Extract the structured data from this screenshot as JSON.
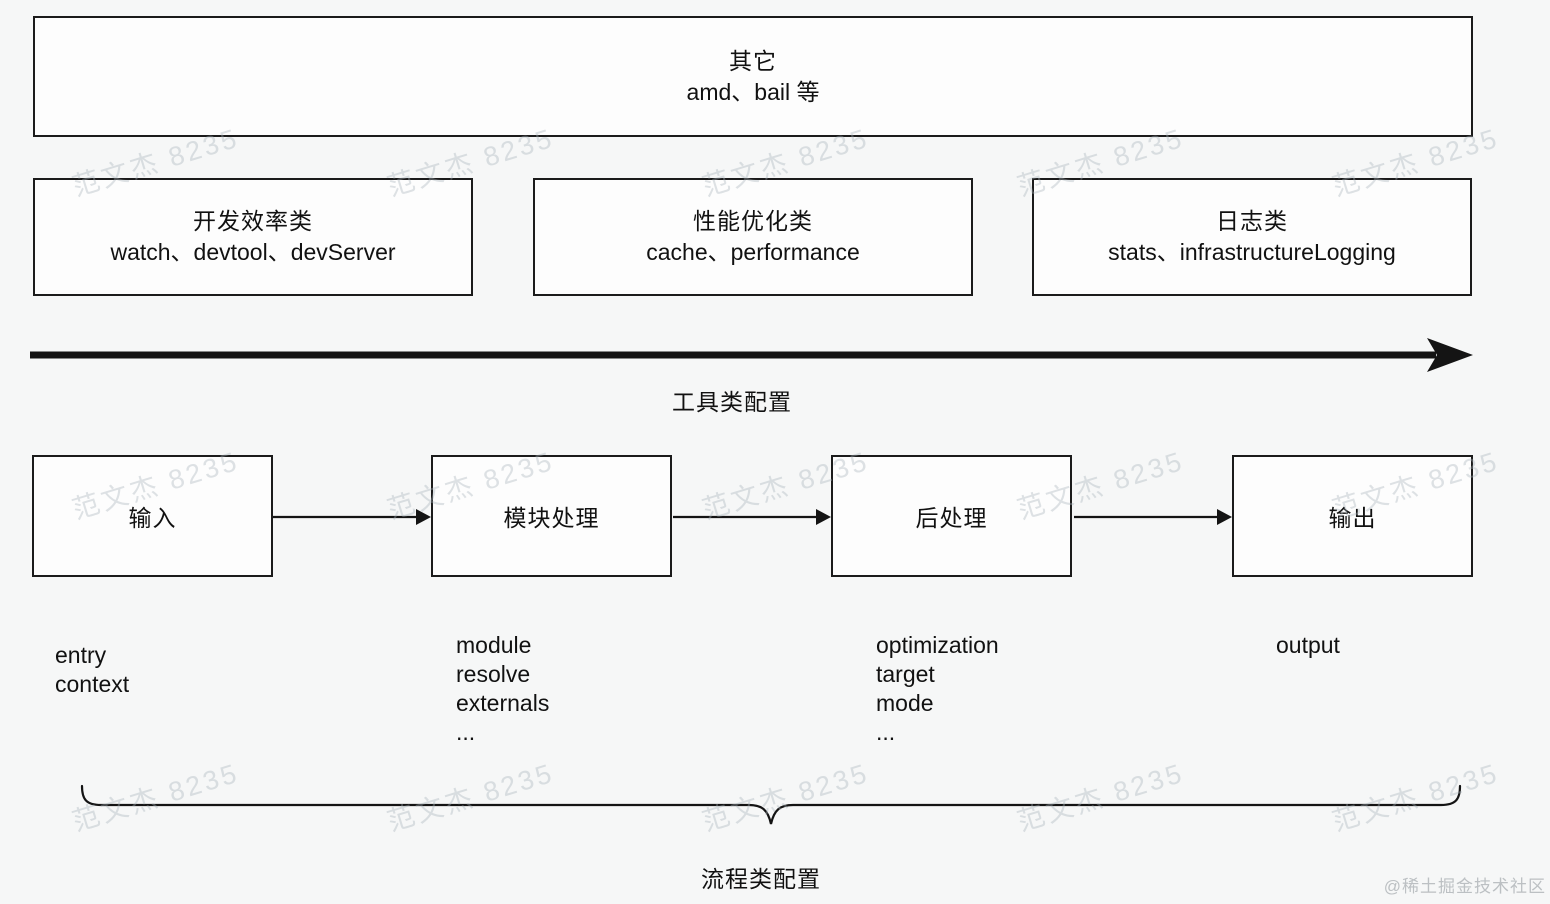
{
  "other_box": {
    "title": "其它",
    "subtitle": "amd、bail 等"
  },
  "category_boxes": [
    {
      "title": "开发效率类",
      "subtitle": "watch、devtool、devServer"
    },
    {
      "title": "性能优化类",
      "subtitle": "cache、performance"
    },
    {
      "title": "日志类",
      "subtitle": "stats、infrastructureLogging"
    }
  ],
  "tool_axis": {
    "label": "工具类配置"
  },
  "flow": {
    "stages": [
      {
        "label": "输入",
        "items": [
          "entry",
          "context"
        ]
      },
      {
        "label": "模块处理",
        "items": [
          "module",
          "resolve",
          "externals",
          "..."
        ]
      },
      {
        "label": "后处理",
        "items": [
          "optimization",
          "target",
          "mode",
          "..."
        ]
      },
      {
        "label": "输出",
        "items": [
          "output"
        ]
      }
    ],
    "brace_label": "流程类配置"
  },
  "watermark": {
    "text": "范文杰 8235",
    "credit": "@稀土掘金技术社区"
  },
  "colors": {
    "line": "#141414",
    "box_border": "#1b1b1b",
    "background": "#f6f7f7"
  }
}
